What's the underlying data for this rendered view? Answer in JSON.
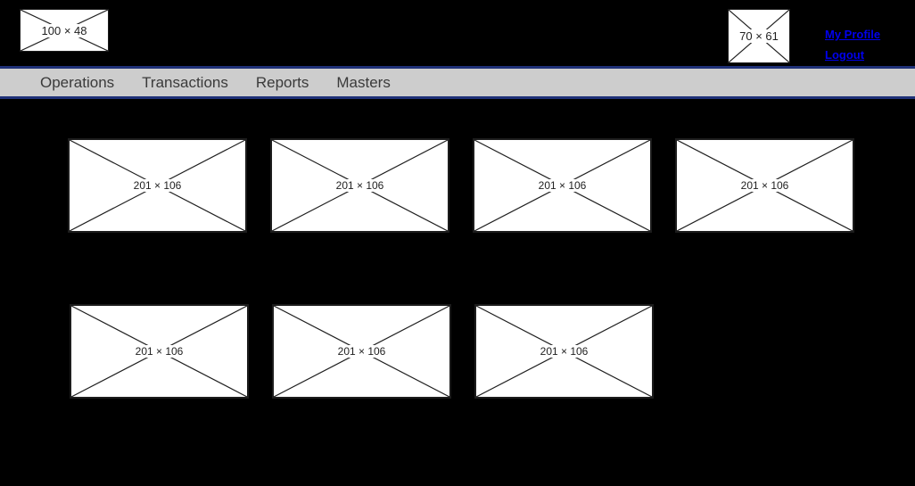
{
  "colors": {
    "page_bg": "#000000",
    "navbar_bg": "#cdcdcd",
    "navbar_border": "#1f3178",
    "link_blue": "#0000ee",
    "placeholder_bg": "#ffffff",
    "placeholder_line": "#1f1f1f"
  },
  "header": {
    "logo_placeholder_label": "100 × 48",
    "profile_placeholder_label": "70 × 61",
    "my_profile_link": "My Profile",
    "logout_link": "Logout"
  },
  "nav": {
    "items": [
      {
        "label": "Operations"
      },
      {
        "label": "Transactions"
      },
      {
        "label": "Reports"
      },
      {
        "label": "Masters"
      }
    ]
  },
  "tiles": {
    "row1": [
      {
        "label": "201 × 106"
      },
      {
        "label": "201 × 106"
      },
      {
        "label": "201 × 106"
      },
      {
        "label": "201 × 106"
      }
    ],
    "row2": [
      {
        "label": "201 × 106"
      },
      {
        "label": "201 × 106"
      },
      {
        "label": "201 × 106"
      }
    ]
  }
}
